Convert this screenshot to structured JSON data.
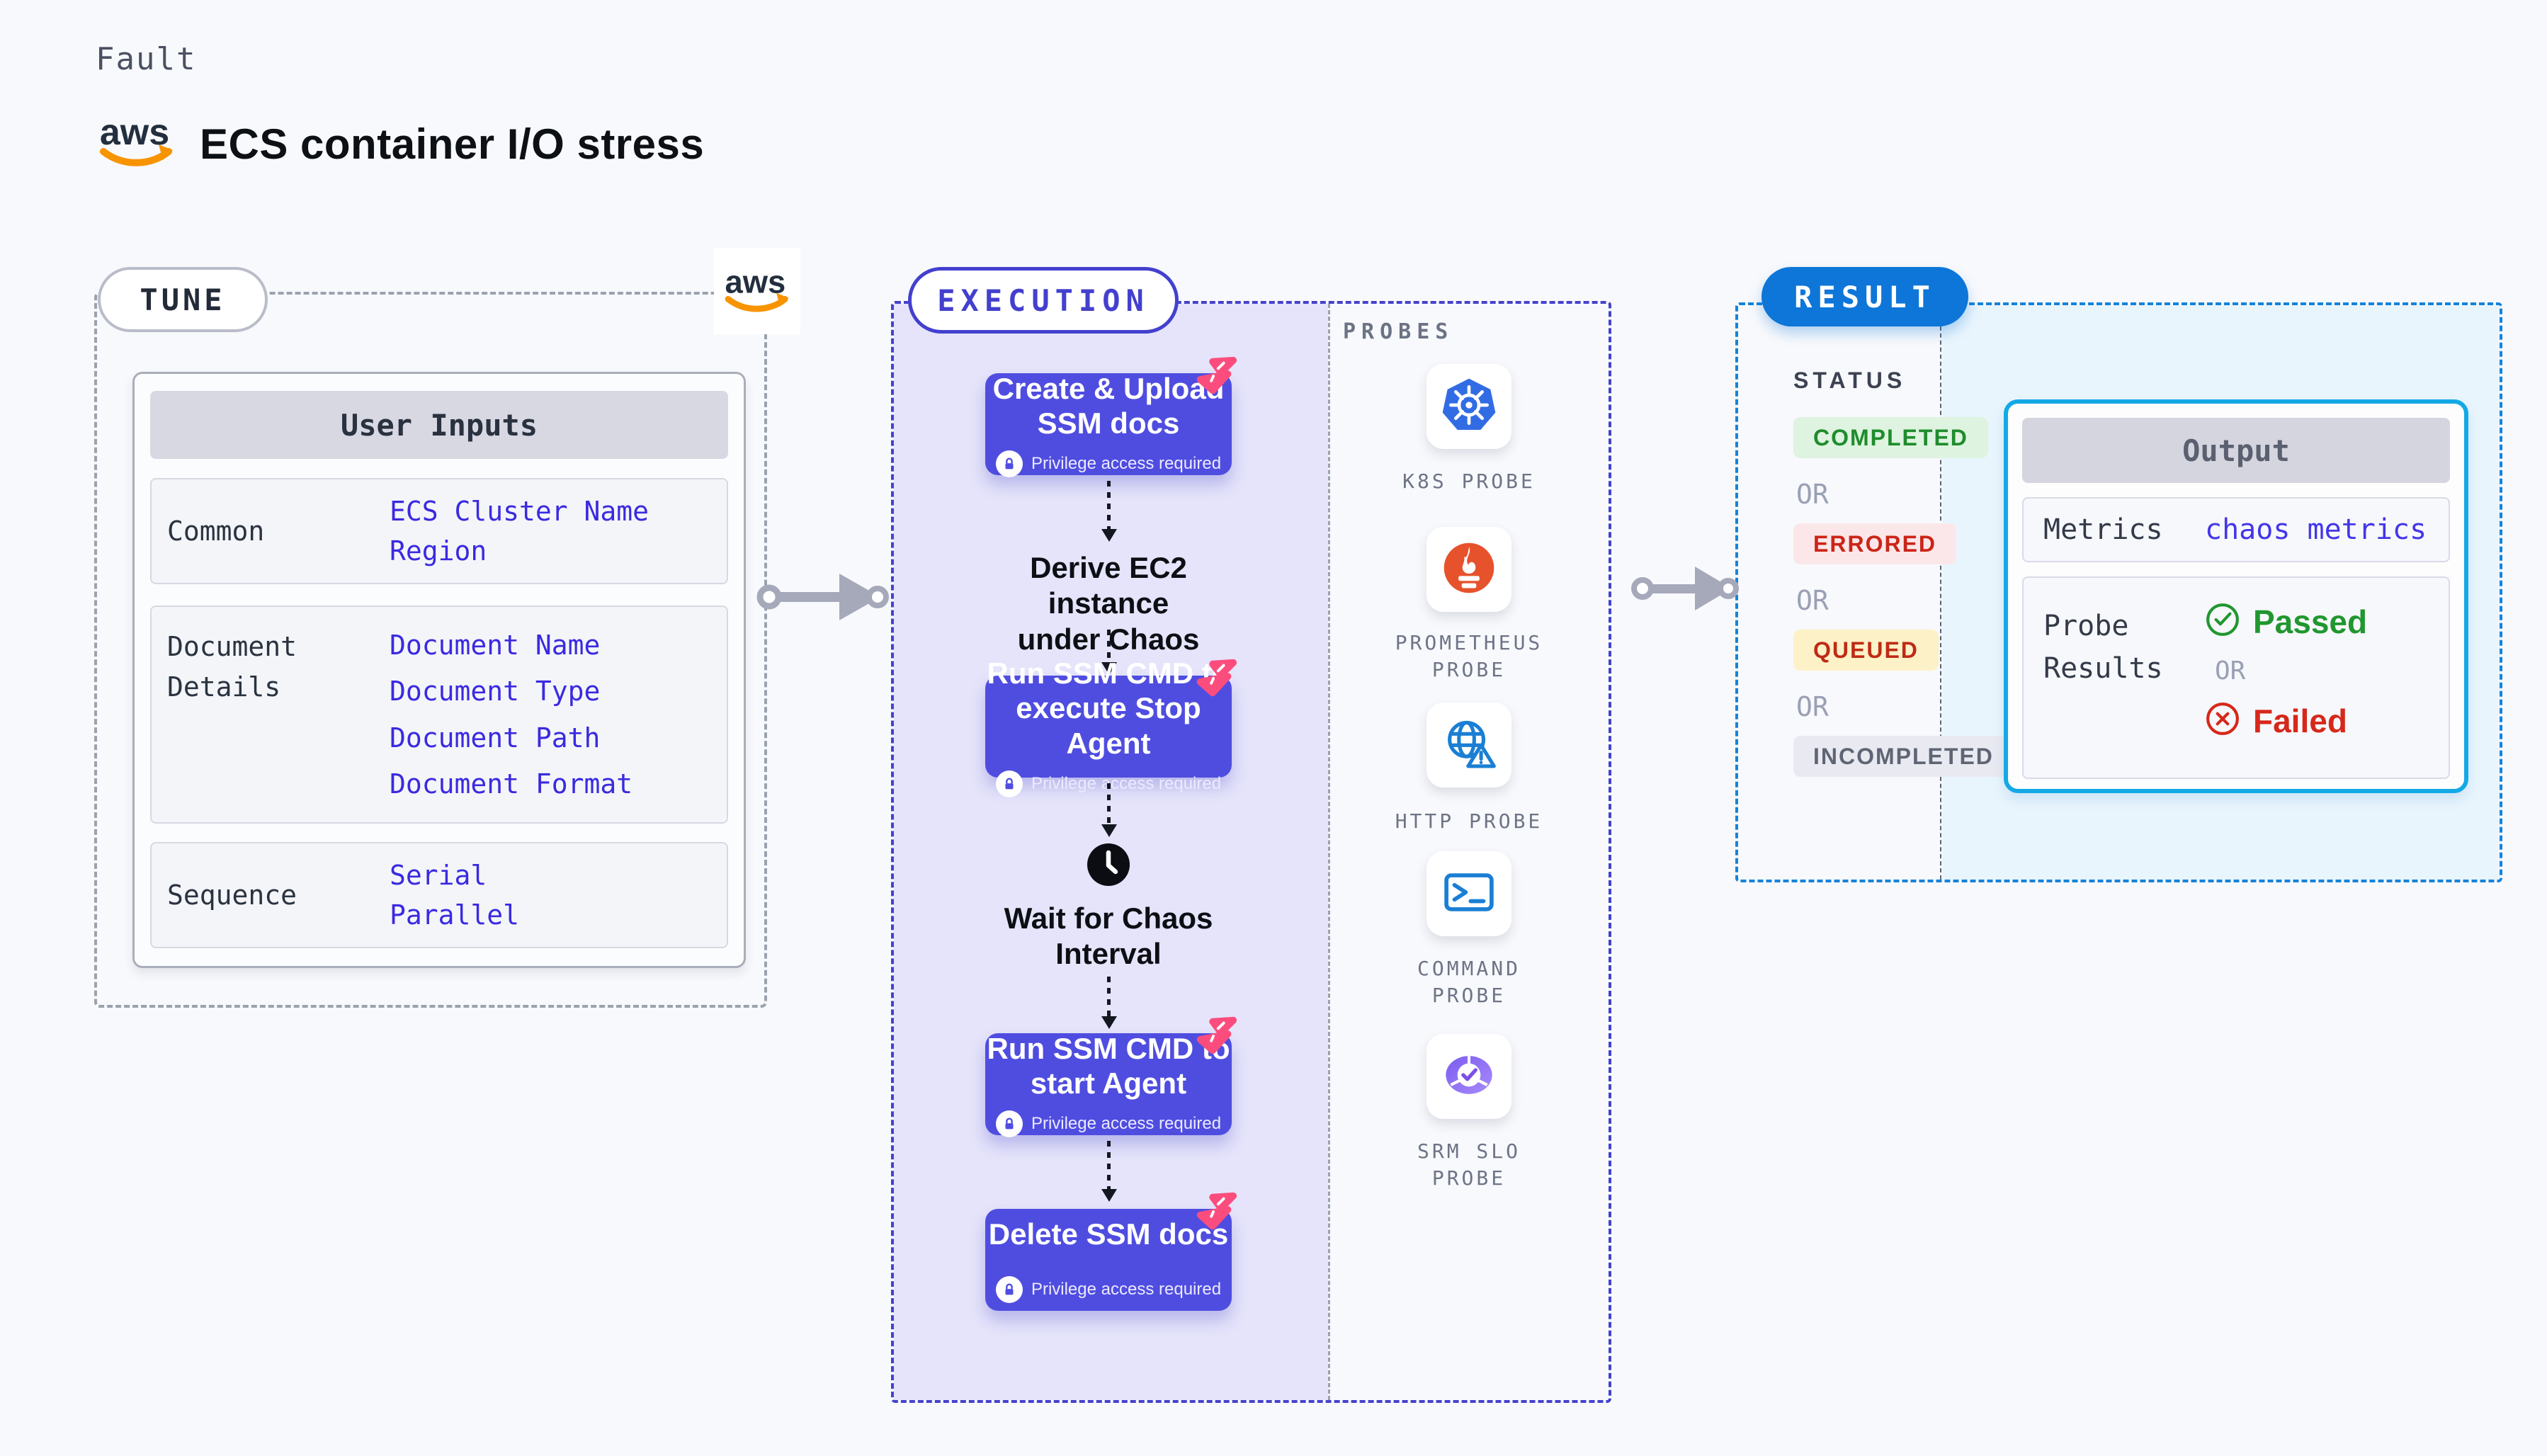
{
  "page": {
    "fault_label": "Fault",
    "title": "ECS container I/O stress"
  },
  "logos": {
    "aws": "aws"
  },
  "tune": {
    "pill": "TUNE",
    "table": {
      "header": "User Inputs",
      "groups": [
        {
          "label": "Common",
          "values": [
            "ECS Cluster Name",
            "Region"
          ]
        },
        {
          "label": "Document Details",
          "values": [
            "Document Name",
            "Document Type",
            "Document Path",
            "Document Format"
          ]
        },
        {
          "label": "Sequence",
          "values": [
            "Serial",
            "Parallel"
          ]
        }
      ]
    }
  },
  "execution": {
    "pill": "EXECUTION",
    "steps": [
      {
        "line1": "Create & Upload",
        "line2": "SSM docs",
        "privilege": "Privilege access required"
      },
      {
        "line1": "Derive EC2 instance",
        "line2": "under Chaos"
      },
      {
        "line1": "Run SSM CMD to",
        "line2": "execute Stop Agent",
        "privilege": "Privilege access required"
      },
      {
        "line1": "Wait for Chaos",
        "line2": "Interval"
      },
      {
        "line1": "Run SSM CMD to",
        "line2": "start Agent",
        "privilege": "Privilege access required"
      },
      {
        "line1": "Delete SSM docs",
        "privilege": "Privilege access required"
      }
    ],
    "probes": {
      "label": "PROBES",
      "items": [
        {
          "icon": "kubernetes-icon",
          "label": "K8S PROBE"
        },
        {
          "icon": "prometheus-icon",
          "label": "PROMETHEUS PROBE"
        },
        {
          "icon": "http-globe-icon",
          "label": "HTTP PROBE"
        },
        {
          "icon": "command-terminal-icon",
          "label": "COMMAND PROBE"
        },
        {
          "icon": "srm-slo-icon",
          "label": "SRM SLO PROBE"
        }
      ]
    }
  },
  "result": {
    "pill": "RESULT",
    "status": {
      "heading": "STATUS",
      "or_label": "OR",
      "badges": [
        {
          "text": "COMPLETED",
          "style": "green"
        },
        {
          "text": "ERRORED",
          "style": "red"
        },
        {
          "text": "QUEUED",
          "style": "yellow"
        },
        {
          "text": "INCOMPLETED",
          "style": "gray"
        }
      ]
    },
    "output": {
      "header": "Output",
      "metrics_label": "Metrics",
      "metrics_value": "chaos metrics",
      "probe_results_label": "Probe Results",
      "passed_label": "Passed",
      "or_label": "OR",
      "failed_label": "Failed"
    }
  },
  "colors": {
    "page_bg": "#f8f9fc",
    "indigo_block": "#4f4de0",
    "execution_border": "#4442cd",
    "lavender_fill": "#e5e4fa",
    "pink_accent": "#fb4d7d",
    "result_blue": "#0d76d8",
    "result_border": "#1583da",
    "light_blue_fill": "#e9f5fd",
    "output_border": "#14a9e6",
    "value_blue": "#3a2ae0",
    "green": "#1f8c2c",
    "red": "#cc2418",
    "aws_orange": "#f79400",
    "arrow_gray": "#a6a9ba"
  }
}
